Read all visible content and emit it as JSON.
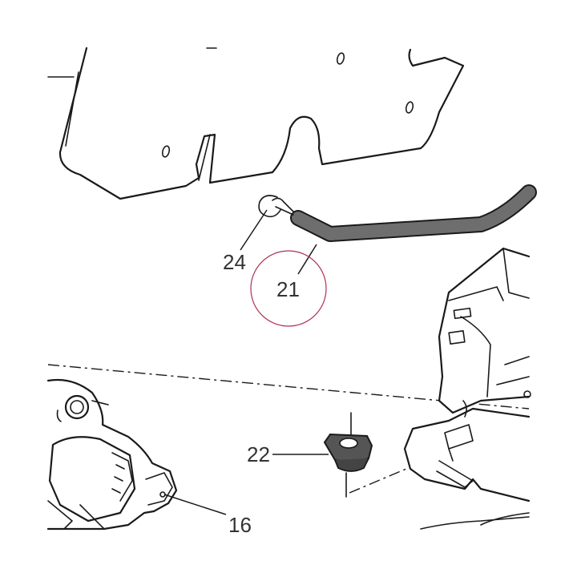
{
  "callouts": [
    {
      "id": "16",
      "label": "16"
    },
    {
      "id": "21",
      "label": "21"
    },
    {
      "id": "22",
      "label": "22"
    },
    {
      "id": "24",
      "label": "24"
    }
  ],
  "highlight": {
    "target": "21",
    "color": "#b03050"
  },
  "colors": {
    "line": "#1a1a1a",
    "hose": "#6e6e6e",
    "label": "#333333",
    "background": "#ffffff"
  }
}
